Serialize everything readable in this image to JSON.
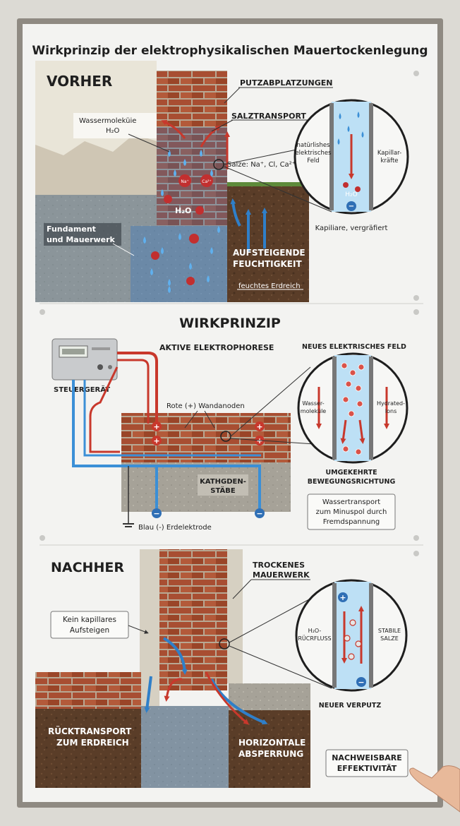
{
  "title": "Wirkprinzip der elektrophysikalischen Mauertockenlegung",
  "vorher": {
    "heading": "VORHER",
    "putzabplatzungen": "PUTZABPLATZUNGEN",
    "salztransport": "SALZTRANSPORT",
    "wassermolekuele_line1": "Wassermoleküie",
    "wassermolekuele_line2": "H₂O",
    "salze": "Salze: Na⁺, Cl, Ca²⁺",
    "ion_na": "Na⁺",
    "ion_ca": "Ca²⁺",
    "h2o": "H₂O",
    "fundament_line1": "Fundament",
    "fundament_line2": "und Mauerwerk",
    "aufsteigende_line1": "AUFSTEIGENDE",
    "aufsteigende_line2": "FEUCHTIGKEIT",
    "feuchtes_erdreich": "feuchtes Erdreich",
    "circle_feld_line1": "natürlishes",
    "circle_feld_line2": "elektrisches",
    "circle_feld_line3": "Feld",
    "circle_kapillar_line1": "Kapillar-",
    "circle_kapillar_line2": "kräfte",
    "circle_h2o": "H₂O",
    "kapillare_caption": "Kapiliare, vergräfiert"
  },
  "wirkprinzip": {
    "heading": "WIRKPRINZIP",
    "aktive": "AKTIVE ELEKTROPHORESE",
    "neues_feld": "NEUES ELEKTRISCHES FELD",
    "steuergeraet": "STEUERGERÄT",
    "rote_anoden": "Rote (+) Wandanoden",
    "kathoden_line1": "KATHGDEN-",
    "kathoden_line2": "STÄBE",
    "blau_erdelektrode": "Blau (-) Erdelektrode",
    "circle_wasser_line1": "Wasser-",
    "circle_wasser_line2": "moleküle",
    "circle_hydrated_line1": "Hydrated-",
    "circle_hydrated_line2": "Ions",
    "umgekehrte_line1": "UMGEKEHRTE",
    "umgekehrte_line2": "BEWEGUNGSRICHTUNG",
    "transport_line1": "Wassertransport",
    "transport_line2": "zum Minuspol durch",
    "transport_line3": "Fremdspannung"
  },
  "nachher": {
    "heading": "NACHHER",
    "trockenes_line1": "TROCKENES",
    "trockenes_line2": "MAUERWERK",
    "kein_line1": "Kein kapillares",
    "kein_line2": "Aufsteigen",
    "circle_rueck_line1": "H₂O-",
    "circle_rueck_line2": "RÜCRFLUSS",
    "circle_stabile_line1": "STABILE",
    "circle_stabile_line2": "SALZE",
    "neuer_verputz": "NEUER VERPUTZ",
    "rueck_line1": "RÜCKTRANSPORT",
    "rueck_line2": "ZUM ERDREICH",
    "horiz_line1": "HORIZONTALE",
    "horiz_line2": "ABSPERRUNG",
    "nachweis_line1": "NACHWEISBARE",
    "nachweis_line2": "EFFEKTIVITÄT"
  },
  "colors": {
    "frame": "#8f8a82",
    "panel": "#f3f3f1",
    "water": "#3b8fd6",
    "red": "#c8382c",
    "brick": "#a84e32",
    "soil": "#5a3d28",
    "stone": "#9c988e"
  }
}
